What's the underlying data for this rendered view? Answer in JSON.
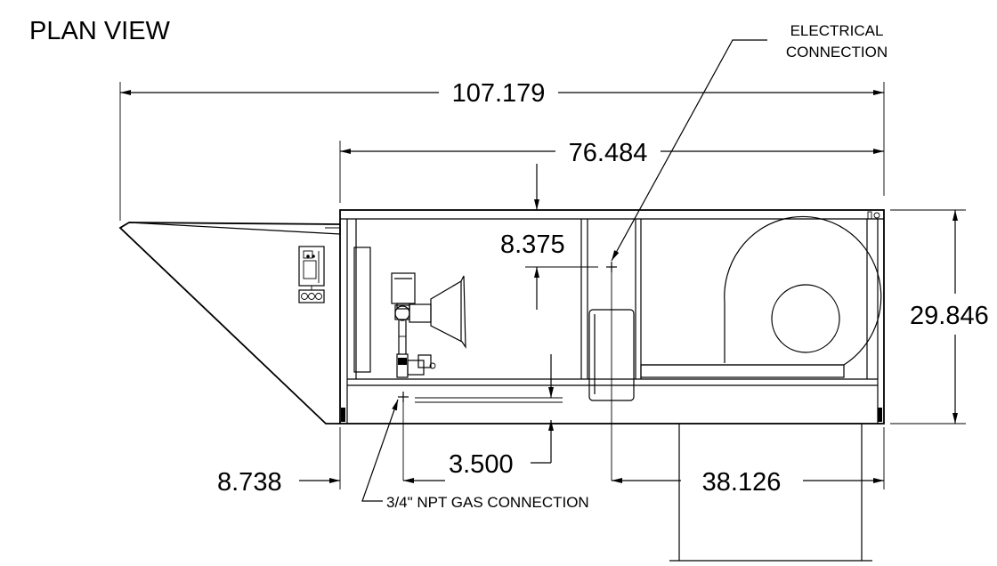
{
  "title": "PLAN VIEW",
  "callouts": {
    "electrical_line1": "ELECTRICAL",
    "electrical_line2": "CONNECTION",
    "gas": "3/4\" NPT GAS CONNECTION"
  },
  "dimensions": {
    "overall_length": "107.179",
    "cabinet_length": "76.484",
    "depth": "29.846",
    "electrical_offset": "8.375",
    "gas_offset": "3.500",
    "left_offset": "8.738",
    "electrical_to_end": "38.126"
  }
}
